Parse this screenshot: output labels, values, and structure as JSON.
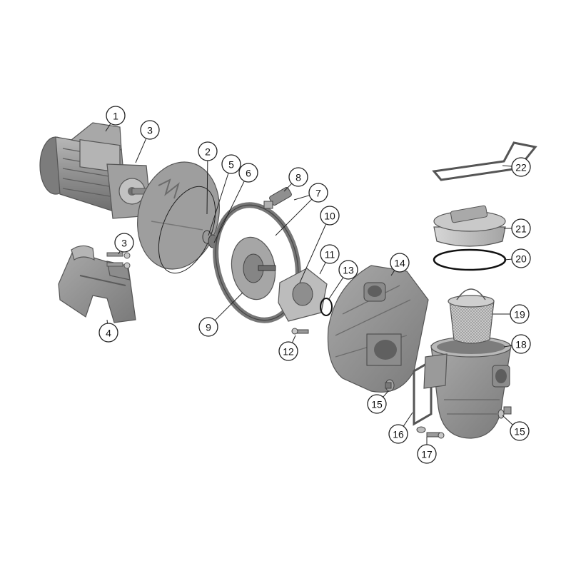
{
  "diagram": {
    "background": "#ffffff",
    "part_fill": "#9a9a9a",
    "part_light": "#c4c4c4",
    "part_dark": "#6e6e6e",
    "line_color": "#222222"
  },
  "callouts": [
    {
      "id": "c1",
      "label": "1"
    },
    {
      "id": "c2",
      "label": "2"
    },
    {
      "id": "c3a",
      "label": "3"
    },
    {
      "id": "c3b",
      "label": "3"
    },
    {
      "id": "c4",
      "label": "4"
    },
    {
      "id": "c5",
      "label": "5"
    },
    {
      "id": "c6",
      "label": "6"
    },
    {
      "id": "c7",
      "label": "7"
    },
    {
      "id": "c8",
      "label": "8"
    },
    {
      "id": "c9",
      "label": "9"
    },
    {
      "id": "c10",
      "label": "10"
    },
    {
      "id": "c11",
      "label": "11"
    },
    {
      "id": "c12",
      "label": "12"
    },
    {
      "id": "c13",
      "label": "13"
    },
    {
      "id": "c14",
      "label": "14"
    },
    {
      "id": "c15a",
      "label": "15"
    },
    {
      "id": "c15b",
      "label": "15"
    },
    {
      "id": "c16",
      "label": "16"
    },
    {
      "id": "c17",
      "label": "17"
    },
    {
      "id": "c18",
      "label": "18"
    },
    {
      "id": "c19",
      "label": "19"
    },
    {
      "id": "c20",
      "label": "20"
    },
    {
      "id": "c21",
      "label": "21"
    },
    {
      "id": "c22",
      "label": "22"
    }
  ]
}
